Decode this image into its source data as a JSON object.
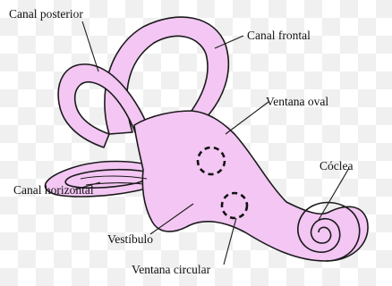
{
  "labels": {
    "canal_posterior": "Canal posterior",
    "canal_frontal": "Canal frontal",
    "ventana_oval": "Ventana oval",
    "coclea": "Cóclea",
    "canal_horizontal": "Canal horizontal",
    "vestibulo": "Vestíbulo",
    "ventana_circular": "Ventana circular"
  },
  "colors": {
    "fill": "#f3c6f3",
    "outline": "#1a1a1a"
  }
}
